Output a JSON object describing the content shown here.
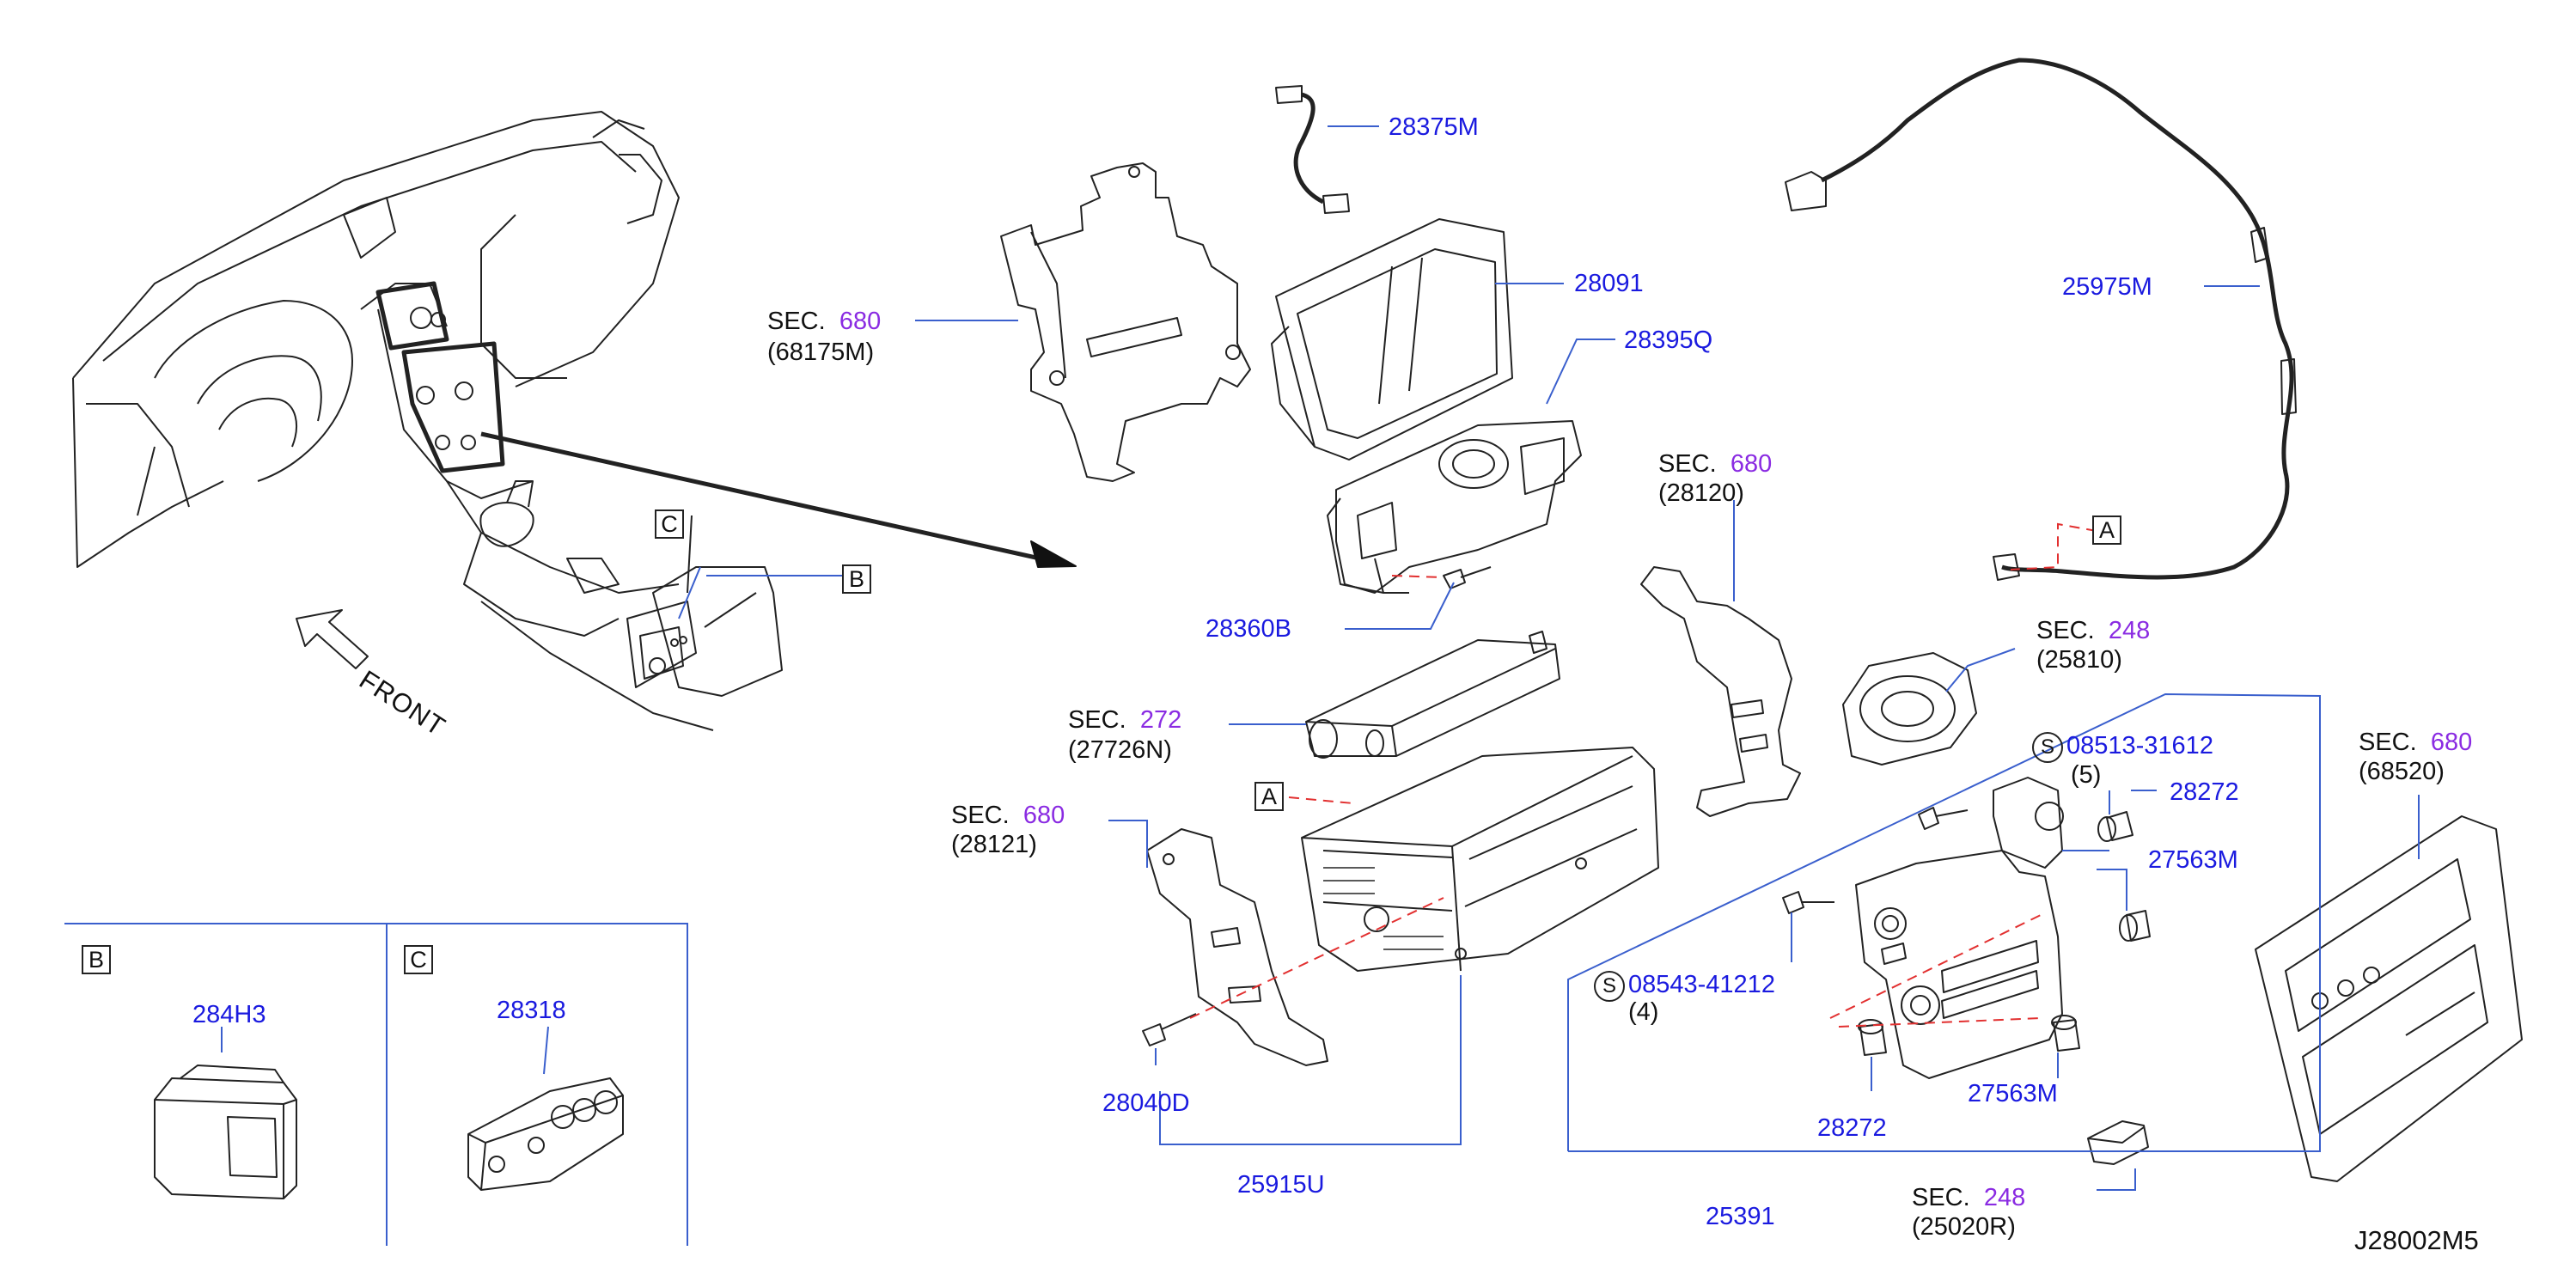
{
  "diagram_code": "J28002M5",
  "front_label": "FRONT",
  "callouts": {
    "a": "A",
    "b": "B",
    "c": "C",
    "s": "S"
  },
  "parts": {
    "p28375M": "28375M",
    "p28091": "28091",
    "p28395Q": "28395Q",
    "p25975M": "25975M",
    "p28360B": "28360B",
    "p08513": "08513-31612",
    "p08513_qty": "(5)",
    "p28272_top": "28272",
    "p27563M_top": "27563M",
    "p08543": "08543-41212",
    "p08543_qty": "(4)",
    "p28040D": "28040D",
    "p25915U": "25915U",
    "p28272_bot": "28272",
    "p27563M_bot": "27563M",
    "p25391": "25391",
    "p284H3": "284H3",
    "p28318": "28318"
  },
  "sections": {
    "sec_prefix": "SEC.",
    "s1_num": "680",
    "s1_part": "(68175M)",
    "s2_num": "680",
    "s2_part": "(28120)",
    "s3_num": "248",
    "s3_part": "(25810)",
    "s4_num": "272",
    "s4_part": "(27726N)",
    "s5_num": "680",
    "s5_part": "(28121)",
    "s6_num": "680",
    "s6_part": "(68520)",
    "s7_num": "248",
    "s7_part": "(25020R)"
  },
  "colors": {
    "part_number": "#1a1adf",
    "section_number": "#8a2be2",
    "leader_line": "#3a5fcd",
    "dashed_line": "#e23030"
  }
}
